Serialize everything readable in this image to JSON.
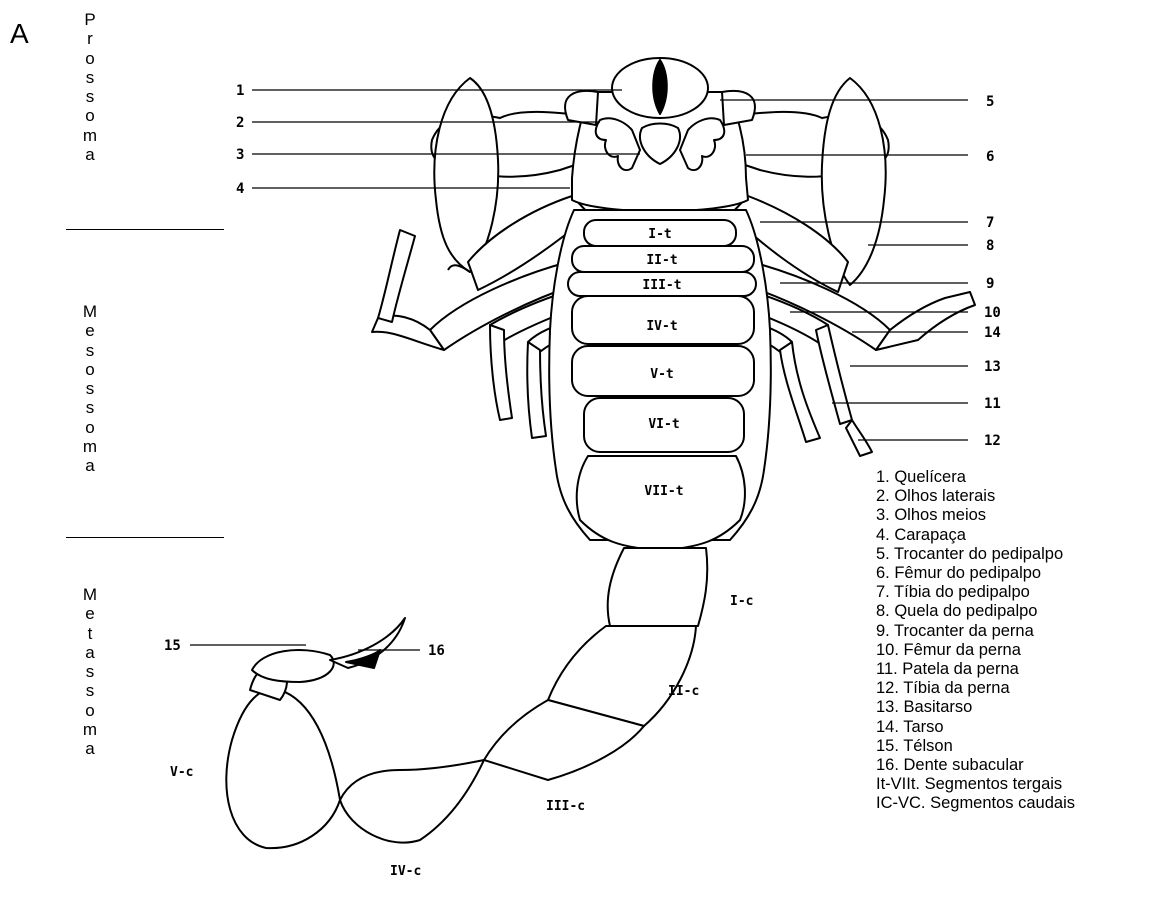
{
  "panel_label": "A",
  "body_regions": [
    {
      "id": "prossoma",
      "letters": [
        "P",
        "r",
        "o",
        "s",
        "s",
        "o",
        "m",
        "a"
      ]
    },
    {
      "id": "mesossoma",
      "letters": [
        "M",
        "e",
        "s",
        "o",
        "s",
        "s",
        "o",
        "m",
        "a"
      ]
    },
    {
      "id": "metassoma",
      "letters": [
        "M",
        "e",
        "t",
        "a",
        "s",
        "s",
        "o",
        "m",
        "a"
      ]
    }
  ],
  "callout_numbers": [
    "1",
    "2",
    "3",
    "4",
    "5",
    "6",
    "7",
    "8",
    "9",
    "10",
    "14",
    "13",
    "11",
    "12",
    "15",
    "16"
  ],
  "tergal_segments": [
    "I-t",
    "II-t",
    "III-t",
    "IV-t",
    "V-t",
    "VI-t",
    "VII-t"
  ],
  "caudal_segments": [
    "I-c",
    "II-c",
    "III-c",
    "IV-c",
    "V-c"
  ],
  "legend": [
    "1. Quelícera",
    "2. Olhos laterais",
    "3. Olhos meios",
    "4. Carapaça",
    "5. Trocanter do pedipalpo",
    "6. Fêmur do pedipalpo",
    "7. Tíbia do pedipalpo",
    "8. Quela do pedipalpo",
    "9. Trocanter da perna",
    "10. Fêmur da perna",
    "11. Patela da perna",
    "12. Tíbia da perna",
    "13. Basitarso",
    "14. Tarso",
    "15. Télson",
    "16. Dente subacular",
    "It-VIIt. Segmentos tergais",
    "IC-VC. Segmentos caudais"
  ]
}
